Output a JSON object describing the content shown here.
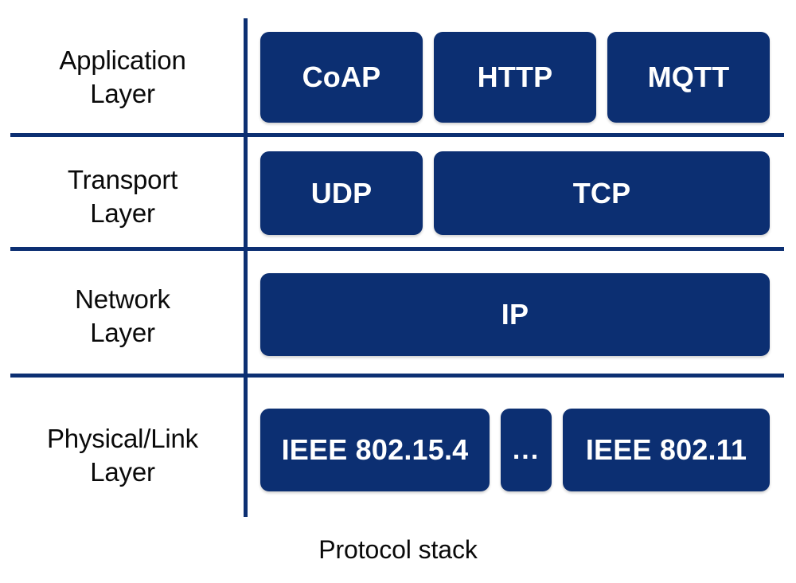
{
  "colors": {
    "navy": "#0c2f72",
    "text": "#0a0a0a",
    "box_text": "#ffffff",
    "background": "#ffffff"
  },
  "caption": "Protocol stack",
  "diagram": {
    "title": "Protocol stack",
    "type": "layered-protocol-stack",
    "layers": [
      {
        "name": "application",
        "label_line1": "Application",
        "label_line2": "Layer",
        "boxes": [
          {
            "label": "CoAP"
          },
          {
            "label": "HTTP"
          },
          {
            "label": "MQTT"
          }
        ]
      },
      {
        "name": "transport",
        "label_line1": "Transport",
        "label_line2": "Layer",
        "boxes": [
          {
            "label": "UDP"
          },
          {
            "label": "TCP"
          }
        ]
      },
      {
        "name": "network",
        "label_line1": "Network",
        "label_line2": "Layer",
        "boxes": [
          {
            "label": "IP"
          }
        ]
      },
      {
        "name": "physical-link",
        "label_line1": "Physical/Link",
        "label_line2": "Layer",
        "boxes": [
          {
            "label": "IEEE 802.15.4"
          },
          {
            "label": "..."
          },
          {
            "label": "IEEE 802.11"
          }
        ]
      }
    ]
  }
}
